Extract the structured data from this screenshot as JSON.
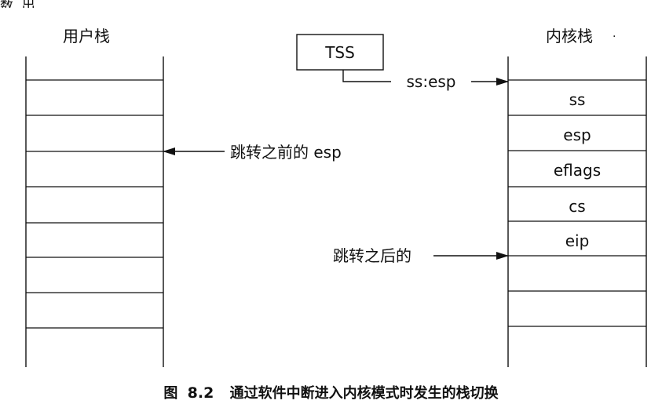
{
  "header_fragment": "数, 出,",
  "user_stack": {
    "title": "用户栈"
  },
  "kernel_stack": {
    "title": "内核栈",
    "slots": [
      "ss",
      "esp",
      "eflags",
      "cs",
      "eip"
    ]
  },
  "tss": {
    "label": "TSS",
    "pointer_label": "ss:esp"
  },
  "arrows": {
    "before_jump": "跳转之前的 esp",
    "after_jump": "跳转之后的"
  },
  "caption": {
    "figure": "图",
    "number": "8.2",
    "text": "通过软件中断进入内核模式时发生的栈切换"
  },
  "colors": {
    "line": "#111111",
    "background": "#ffffff"
  }
}
